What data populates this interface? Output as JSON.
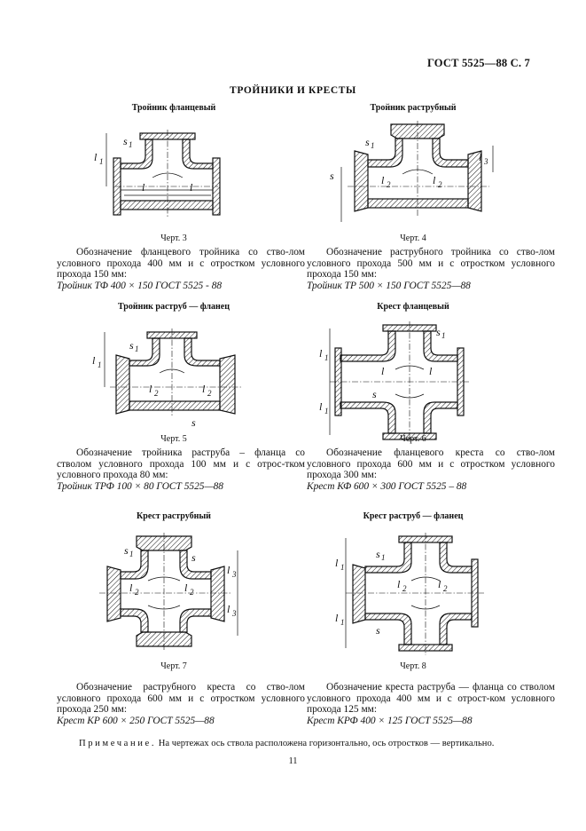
{
  "header": {
    "doc_ref": "ГОСТ 5525—88 С. 7"
  },
  "section_title": "ТРОЙНИКИ И КРЕСТЫ",
  "figures": [
    {
      "title": "Тройник фланцевый",
      "chert": "Черт. 3",
      "text": "Обозначение фланцевого тройника со ство-лом условного прохода 400 мм и с отростком условного прохода 150 мм:",
      "designation": "Тройник ТФ 400 × 150 ГОСТ 5525 - 88"
    },
    {
      "title": "Тройник раструбный",
      "chert": "Черт. 4",
      "text": "Обозначение раструбного тройника со ство-лом условного прохода 500 мм и с отростком условного прохода 150 мм:",
      "designation": "Тройник ТР 500 × 150 ГОСТ 5525—88"
    },
    {
      "title": "Тройник раструб — фланец",
      "chert": "Черт. 5",
      "text": "Обозначение тройника раструба – фланца со стволом условного прохода 100 мм и с отрос-тком условного прохода 80 мм:",
      "designation": "Тройник ТРФ 100 × 80 ГОСТ 5525—88"
    },
    {
      "title": "Крест фланцевый",
      "chert": "Черт. 6",
      "text": "Обозначение фланцевого креста со ство-лом условного прохода 600 мм и с отростком условного прохода 300 мм:",
      "designation": "Крест КФ 600 × 300 ГОСТ 5525 – 88"
    },
    {
      "title": "Крест раструбный",
      "chert": "Черт. 7",
      "text": "Обозначение раструбного креста со ство-лом условного прохода 600 мм и с отростком условного прохода 250 мм:",
      "designation": "Крест КР 600 × 250 ГОСТ 5525—88"
    },
    {
      "title": "Крест раструб — фланец",
      "chert": "Черт. 8",
      "text": "Обозначение креста раструба — фланца со стволом условного прохода 400 мм и с отрост-ком условного прохода 125 мм:",
      "designation": "Крест КРФ 400 × 125 ГОСТ 5525—88"
    }
  ],
  "labels": {
    "l": "l",
    "l1": "l1",
    "l2": "l2",
    "l3": "l3",
    "s": "s",
    "s1": "s1"
  },
  "note": {
    "lead": "Примечание.",
    "text": "На чертежах ось ствола расположена горизонтально, ось отростков — вертикально."
  },
  "page_number": "11"
}
